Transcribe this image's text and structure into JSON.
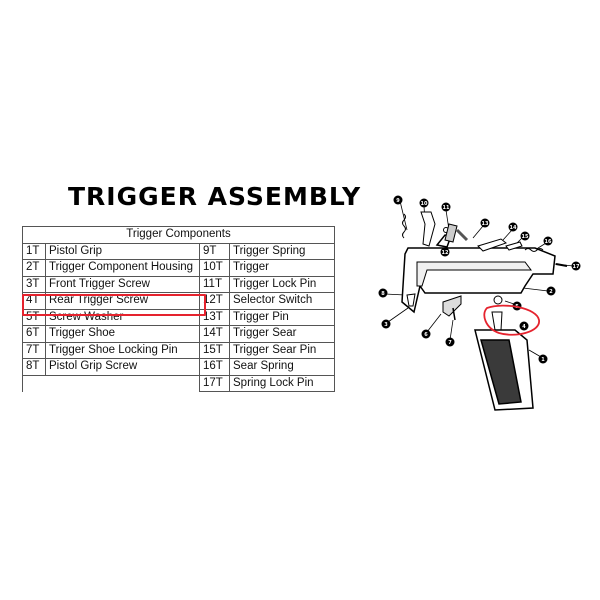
{
  "title": "TRIGGER ASSEMBLY",
  "table": {
    "header": "Trigger Components",
    "left": [
      {
        "code": "1T",
        "name": "Pistol Grip"
      },
      {
        "code": "2T",
        "name": "Trigger Component Housing"
      },
      {
        "code": "3T",
        "name": "Front Trigger Screw"
      },
      {
        "code": "4T",
        "name": "Rear Trigger Screw"
      },
      {
        "code": "5T",
        "name": "Screw Washer"
      },
      {
        "code": "6T",
        "name": "Trigger Shoe"
      },
      {
        "code": "7T",
        "name": "Trigger Shoe Locking Pin"
      },
      {
        "code": "8T",
        "name": "Pistol Grip Screw"
      }
    ],
    "right": [
      {
        "code": "9T",
        "name": "Trigger Spring"
      },
      {
        "code": "10T",
        "name": "Trigger"
      },
      {
        "code": "11T",
        "name": "Trigger Lock Pin"
      },
      {
        "code": "12T",
        "name": "Selector Switch"
      },
      {
        "code": "13T",
        "name": "Trigger Pin"
      },
      {
        "code": "14T",
        "name": "Trigger Sear"
      },
      {
        "code": "15T",
        "name": "Trigger Sear Pin"
      },
      {
        "code": "16T",
        "name": "Sear Spring"
      },
      {
        "code": "17T",
        "name": "Spring Lock Pin"
      }
    ]
  },
  "callouts": [
    "1",
    "2",
    "3",
    "4",
    "5",
    "6",
    "7",
    "8",
    "9",
    "10",
    "11",
    "12",
    "13",
    "14",
    "15",
    "16",
    "17"
  ],
  "colors": {
    "highlight": "#e5232e",
    "line": "#000000"
  }
}
